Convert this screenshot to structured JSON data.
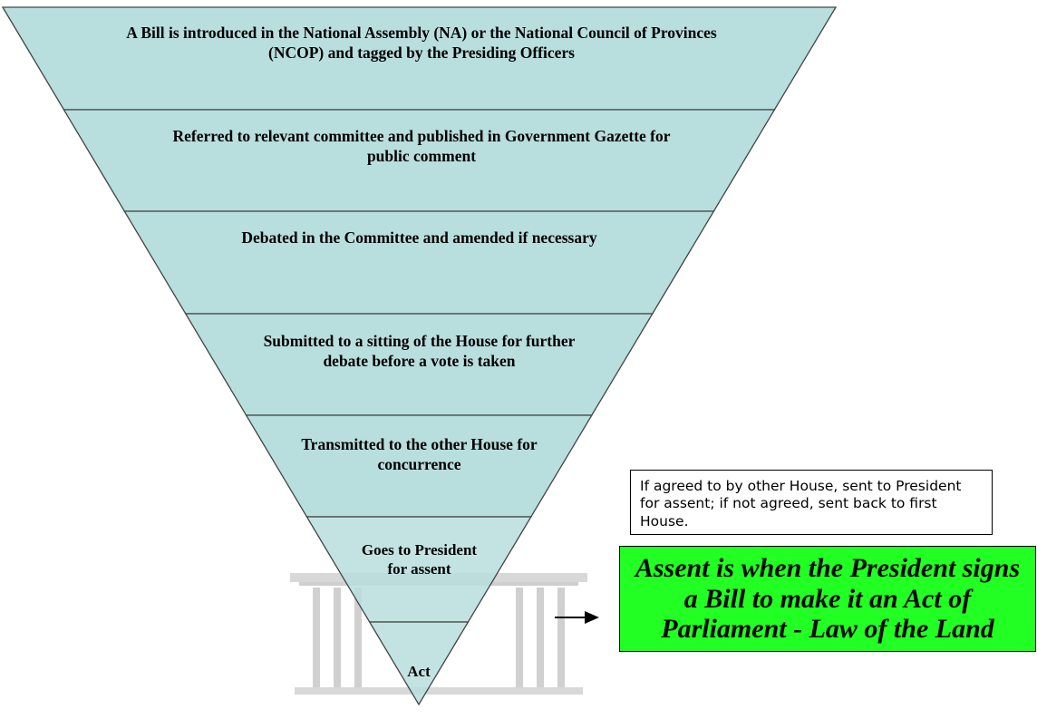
{
  "colors": {
    "stage_fill": "#b9dede",
    "stage_stroke": "#444444",
    "watermark": "#c9c9c9",
    "note_background": "#ffffff",
    "assent_background": "#22ff22",
    "arrow": "#000000"
  },
  "funnel": {
    "stages": [
      {
        "label": "A Bill is introduced in the National Assembly (NA) or the National Council of Provinces (NCOP) and tagged by the Presiding Officers"
      },
      {
        "label": "Referred to relevant committee and published in Government Gazette for public comment"
      },
      {
        "label": "Debated in the Committee and amended if necessary"
      },
      {
        "label": "Submitted to a sitting of the House for further debate before a vote is taken"
      },
      {
        "label": "Transmitted to the other House for concurrence"
      },
      {
        "label": "Goes to President for assent"
      },
      {
        "label": "Act"
      }
    ]
  },
  "note": {
    "text": "If agreed to by other House, sent to President for assent; if not agreed, sent back to first House."
  },
  "assent_definition": {
    "text": "Assent is when the President signs a Bill to make it an Act of Parliament - Law of the Land"
  },
  "watermark_icon": "parliament-building-icon",
  "arrow_icon": "right-arrow-icon"
}
